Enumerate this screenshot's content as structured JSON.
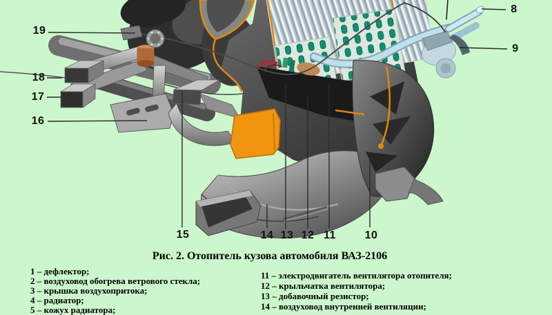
{
  "figure": {
    "caption": "Рис. 2. Отопитель кузова автомобиля ВАЗ-2106"
  },
  "callouts": [
    {
      "label": "19"
    },
    {
      "label": "18"
    },
    {
      "label": "17"
    },
    {
      "label": "16"
    },
    {
      "label": "8"
    },
    {
      "label": "9"
    },
    {
      "label": "15"
    },
    {
      "label": "14"
    },
    {
      "label": "13"
    },
    {
      "label": "12"
    },
    {
      "label": "11"
    },
    {
      "label": "10"
    }
  ],
  "legend": {
    "left": [
      "1 – дефлектор;",
      "2 – воздуховод обогрева ветрового стекла;",
      "3 – крышка воздухопритока;",
      "4 – радиатор;",
      "5 – кожух радиатора;"
    ],
    "right": [
      "11 – электродвигатель вентилятора отопителя;",
      "12 – крыльчатка вентилятора;",
      "13 – добавочный резистор;",
      "14 – воздуховод внутренней вентиляции;"
    ]
  },
  "colors": {
    "background": "#ccf6cc",
    "cut_edge_orange": "#e08a0a",
    "gasket_orange": "#f1940f",
    "radiator_cell_teal": "#0f8f74",
    "pipe_blue": "#c2dfea",
    "copper_part": "#b06a35",
    "text": "#111111"
  }
}
